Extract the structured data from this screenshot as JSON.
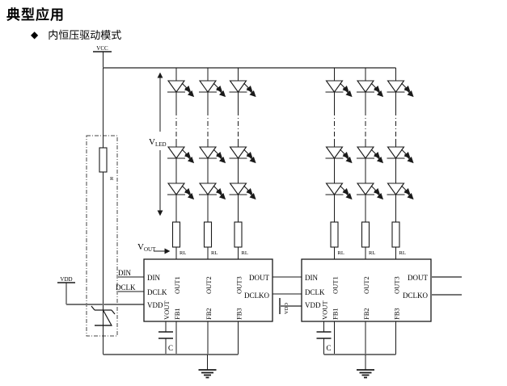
{
  "page": {
    "title": "典型应用",
    "bullet": "◆",
    "subtitle": "内恒压驱动模式"
  },
  "labels": {
    "vcc": "VCC",
    "vdd": "VDD",
    "v": "V",
    "led_sub": "LED",
    "out_sub": "OUT",
    "r": "R",
    "rl": "RL",
    "c": "C",
    "din_ext": "DIN",
    "dclk_ext": "DCLK"
  },
  "ic": {
    "left_pins": [
      "DIN",
      "DCLK",
      "VDD"
    ],
    "top_pins": [
      "OUT1",
      "OUT2",
      "OUT3"
    ],
    "right_pins": [
      "DOUT",
      "DCLKO"
    ],
    "bottom_pins": [
      "VOUT",
      "FB1",
      "FB2",
      "FB3"
    ]
  },
  "colors": {
    "wire_bus": "#757575",
    "stroke": "#1a1a1a",
    "text": "#000000",
    "background": "#ffffff"
  }
}
